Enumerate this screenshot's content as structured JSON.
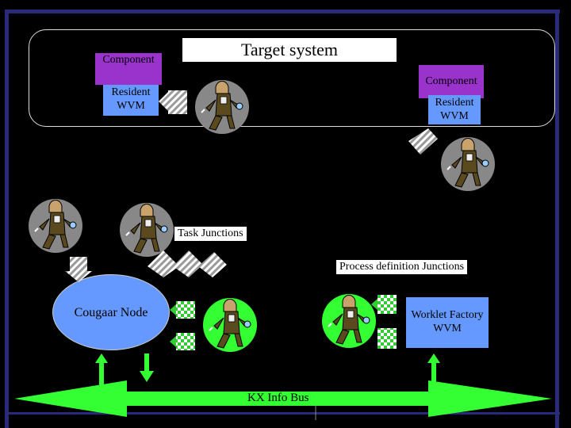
{
  "diagram": {
    "title": "Target system",
    "components": [
      {
        "label": "Component",
        "sub_label": "Resident WVM"
      },
      {
        "label": "Component",
        "sub_label": "Resident WVM"
      }
    ],
    "node": {
      "label": "Cougaar Node"
    },
    "factory": {
      "label": "Worklet Factory WVM"
    },
    "task_junctions_label": "Task Junctions",
    "process_junctions_label": "Process definition Junctions",
    "bus_label": "KX Info Bus",
    "colors": {
      "component": "#9933cc",
      "node": "#6699ff",
      "bus": "#33ff33",
      "junction_task": "#cccccc",
      "junction_process": "#33cc33"
    }
  }
}
